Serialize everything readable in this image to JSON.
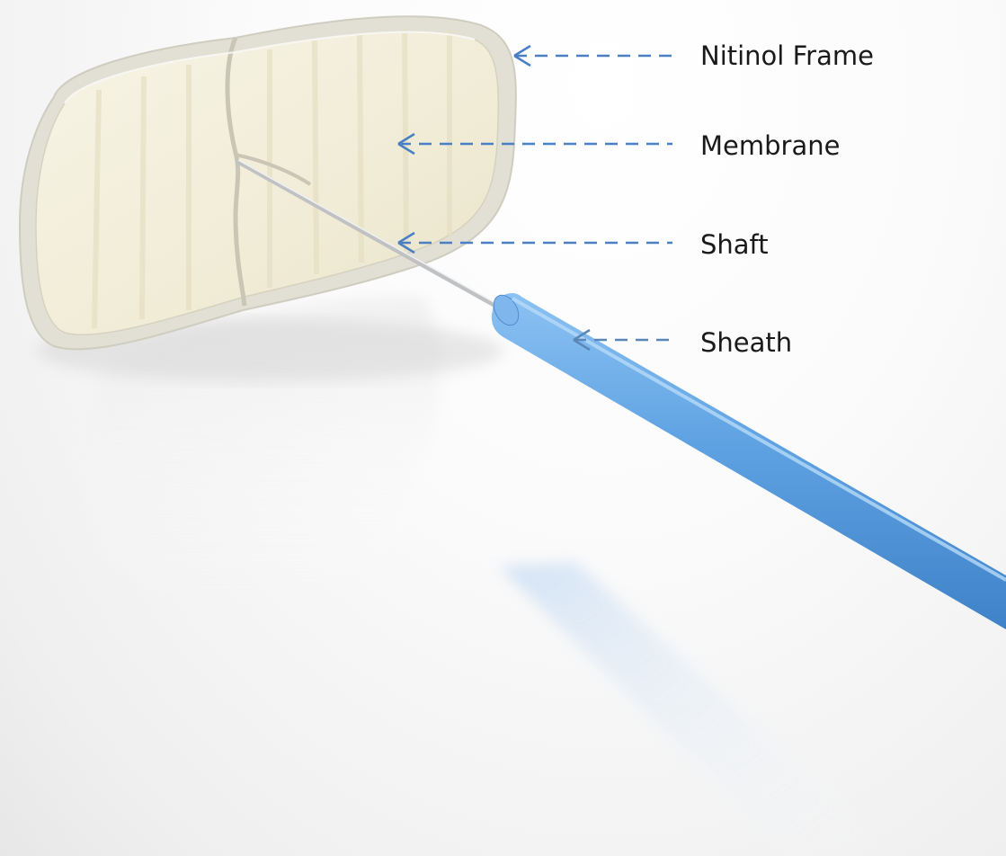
{
  "labels": {
    "nitinol_frame": "Nitinol Frame",
    "membrane": "Membrane",
    "shaft": "Shaft",
    "sheath": "Sheath"
  },
  "colors": {
    "arrow": "#4a7fc4",
    "sheath": "#5b9fe0",
    "membrane": "#f4f0df",
    "frame": "#d8d6cc"
  }
}
